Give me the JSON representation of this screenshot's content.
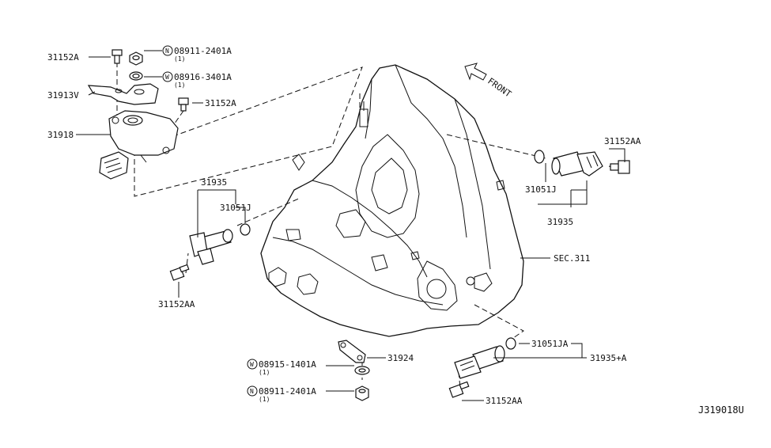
{
  "diagram_code": "J319018U",
  "front_label": "FRONT",
  "labels": {
    "p31152A_top": "31152A",
    "p08911_top": "08911-2401A",
    "p08911_top_badge": "N",
    "p08911_top_qty": "(1)",
    "p08916": "08916-3401A",
    "p08916_badge": "W",
    "p08916_qty": "(1)",
    "p31913V": "31913V",
    "p31152A_mid": "31152A",
    "p31918": "31918",
    "p31935_left": "31935",
    "p31051J_left": "31051J",
    "p31152AA_left": "31152AA",
    "p31152AA_right": "31152AA",
    "p31051J_right": "31051J",
    "p31935_right": "31935",
    "sec311": "SEC.311",
    "p31924": "31924",
    "p08915": "08915-1401A",
    "p08915_badge": "W",
    "p08915_qty": "(1)",
    "p08911_bot": "08911-2401A",
    "p08911_bot_badge": "N",
    "p08911_bot_qty": "(1)",
    "p31051JA": "31051JA",
    "p31935A": "31935+A",
    "p31152AA_bot": "31152AA"
  }
}
